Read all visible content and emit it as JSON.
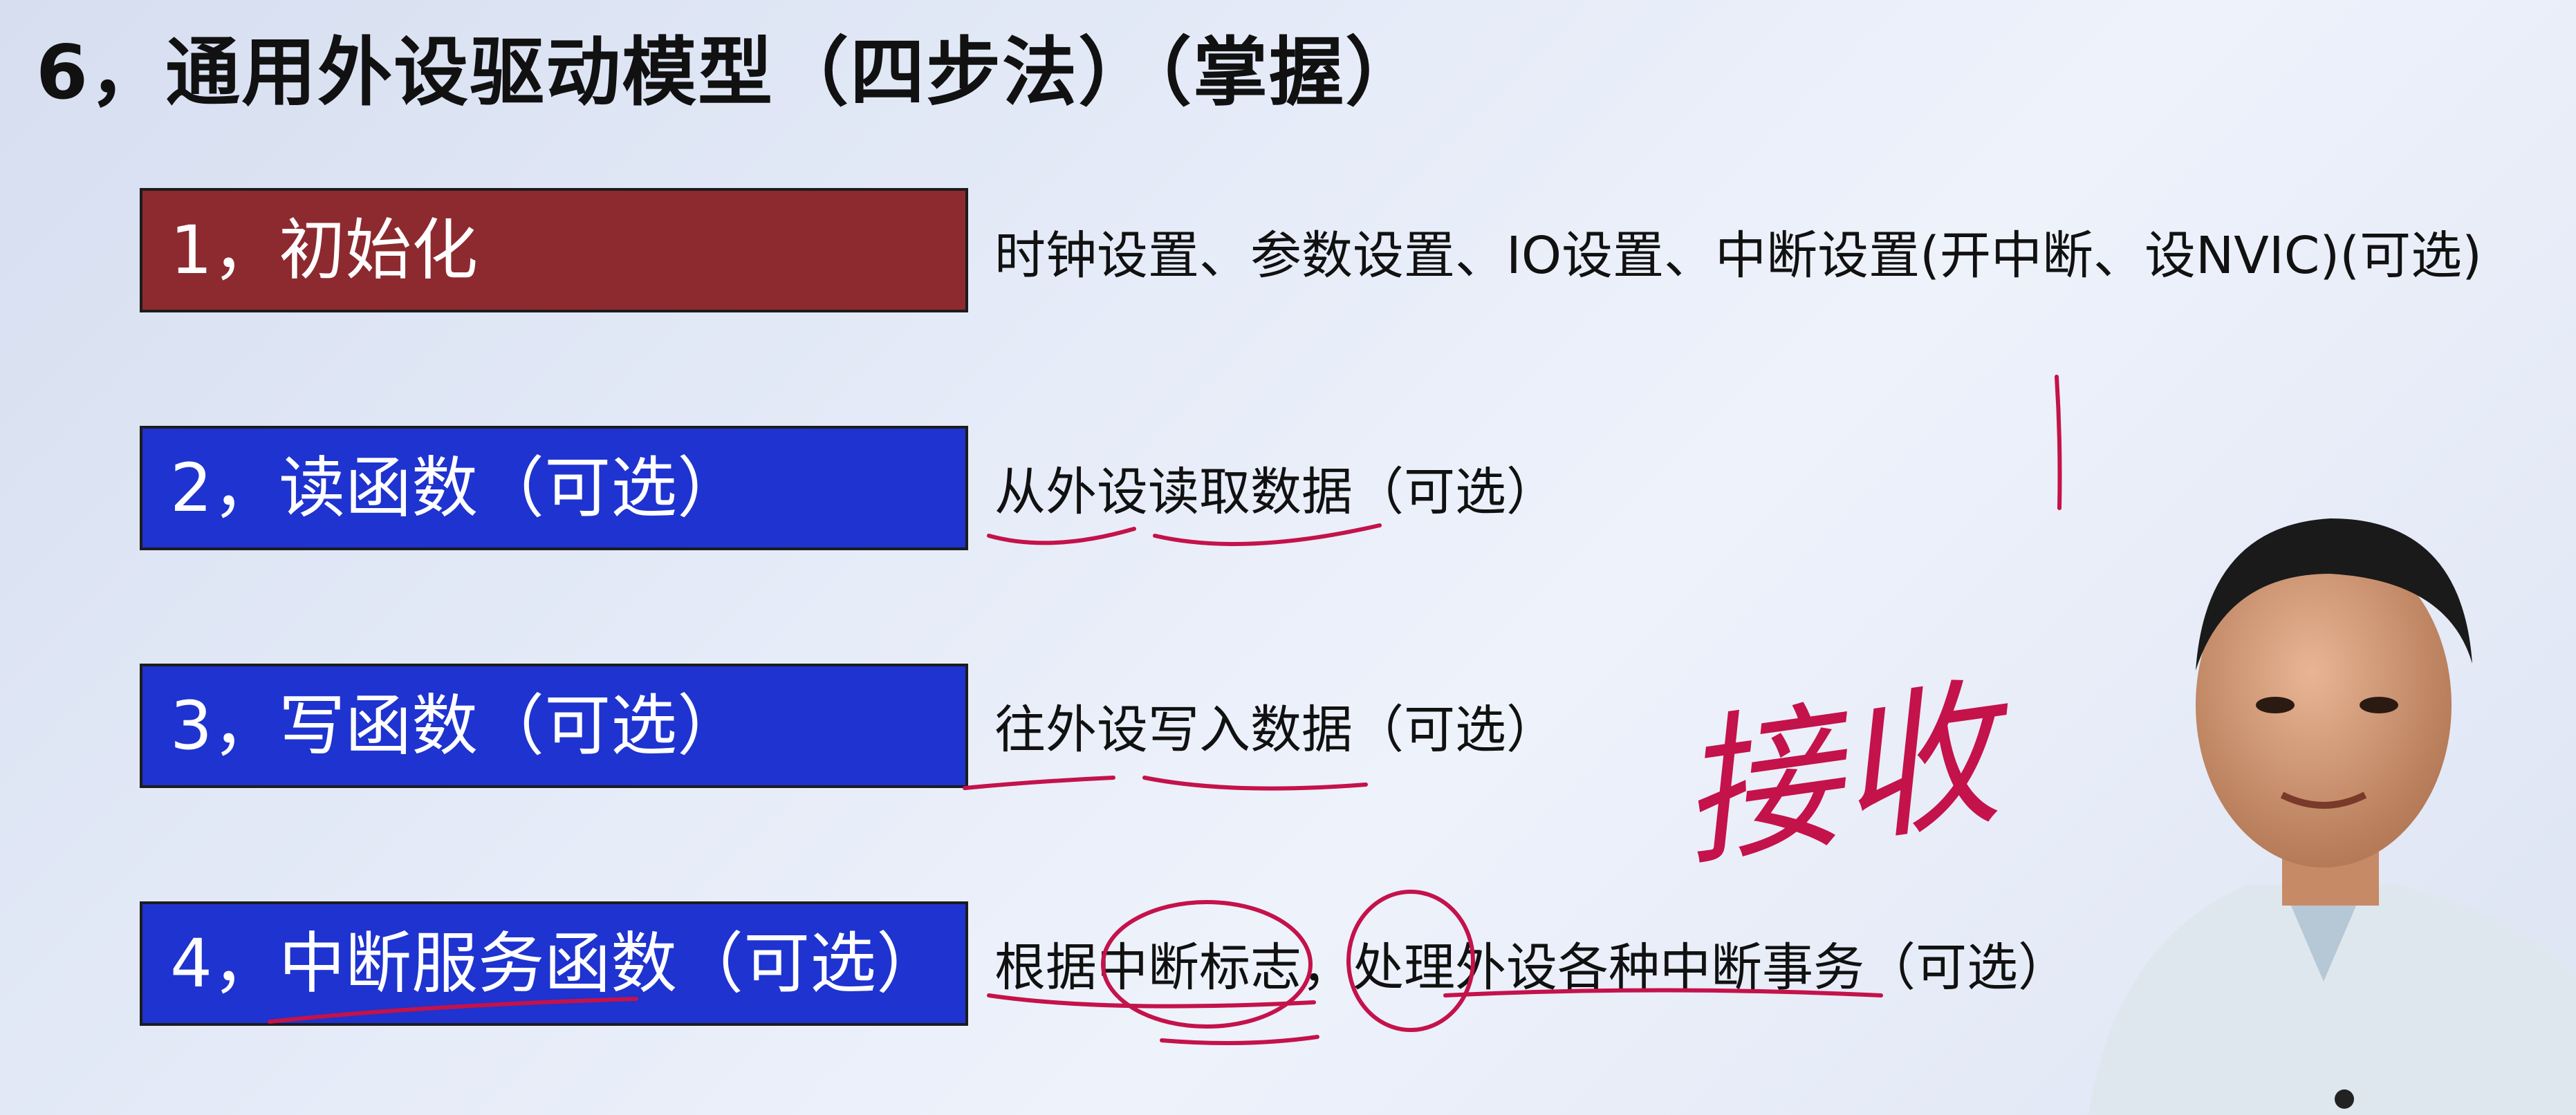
{
  "title": "6，通用外设驱动模型（四步法）（掌握）",
  "steps": [
    {
      "label": "1，初始化",
      "color": "#8d2a2f",
      "description": "时钟设置、参数设置、IO设置、中断设置(开中断、设NVIC)(可选)"
    },
    {
      "label": "2，读函数（可选）",
      "color": "#1e33cf",
      "description": "从外设读取数据（可选）"
    },
    {
      "label": "3，写函数（可选）",
      "color": "#1e33cf",
      "description": "往外设写入数据（可选）"
    },
    {
      "label": "4，中断服务函数（可选）",
      "color": "#1e33cf",
      "description": "根据中断标志，处理外设各种中断事务（可选）"
    }
  ],
  "handwriting": {
    "note": "接收",
    "ink_color": "#c4124a"
  },
  "presenter": {
    "icon": "presenter-video-overlay"
  }
}
